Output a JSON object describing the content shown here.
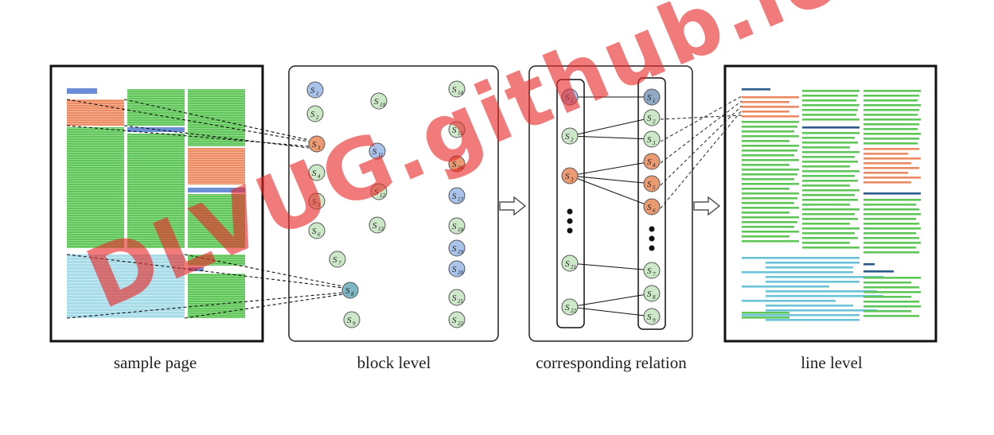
{
  "captions": {
    "sample_page": "sample page",
    "block_level": "block level",
    "corresponding_relation": "corresponding relation",
    "line_level": "line level"
  },
  "watermark": "DLVUG.github.io",
  "colors": {
    "text_block": "#5fc75a",
    "title_block": "#6b8fd6",
    "table_block": "#a8dce8",
    "figure_block": "#ec8b63",
    "title_line": "#2d5a8c",
    "table_line": "#6cc3d8",
    "node_green": "#cde8c9",
    "node_blue": "#a9c3ea",
    "node_orange": "#ec9a72",
    "node_teal": "#7fb6c4",
    "node_slate": "#8fa9c4",
    "watermark": "#e83030"
  },
  "block_level": {
    "nodes": [
      {
        "label": "S",
        "sub": "1",
        "color": "blue"
      },
      {
        "label": "S",
        "sub": "2",
        "color": "green"
      },
      {
        "label": "S",
        "sub": "3",
        "color": "orange"
      },
      {
        "label": "S",
        "sub": "4",
        "color": "green"
      },
      {
        "label": "S",
        "sub": "5",
        "color": "green"
      },
      {
        "label": "S",
        "sub": "6",
        "color": "green"
      },
      {
        "label": "S",
        "sub": "7",
        "color": "green"
      },
      {
        "label": "S",
        "sub": "8",
        "color": "teal"
      },
      {
        "label": "S",
        "sub": "9",
        "color": "green"
      },
      {
        "label": "S",
        "sub": "10",
        "color": "green"
      },
      {
        "label": "S",
        "sub": "11",
        "color": "blue"
      },
      {
        "label": "S",
        "sub": "12",
        "color": "green"
      },
      {
        "label": "S",
        "sub": "13",
        "color": "green"
      },
      {
        "label": "S",
        "sub": "14",
        "color": "green"
      },
      {
        "label": "S",
        "sub": "15",
        "color": "green"
      },
      {
        "label": "S",
        "sub": "16",
        "color": "orange"
      },
      {
        "label": "S",
        "sub": "17",
        "color": "blue"
      },
      {
        "label": "S",
        "sub": "18",
        "color": "green"
      },
      {
        "label": "S",
        "sub": "19",
        "color": "blue"
      },
      {
        "label": "S",
        "sub": "20",
        "color": "blue"
      },
      {
        "label": "S",
        "sub": "21",
        "color": "green"
      },
      {
        "label": "S",
        "sub": "22",
        "color": "green"
      }
    ]
  },
  "relation": {
    "left_nodes": [
      {
        "label": "S",
        "sub": "1",
        "color": "blue"
      },
      {
        "label": "S",
        "sub": "2",
        "color": "green"
      },
      {
        "label": "S",
        "sub": "3",
        "color": "orange"
      },
      {
        "label": "S",
        "sub": "21",
        "color": "green"
      },
      {
        "label": "S",
        "sub": "22",
        "color": "green"
      }
    ],
    "right_nodes": [
      {
        "label": "S",
        "sub": "1",
        "color": "slate"
      },
      {
        "label": "S",
        "sub": "2",
        "color": "green"
      },
      {
        "label": "S",
        "sub": "3",
        "color": "green"
      },
      {
        "label": "S",
        "sub": "4",
        "color": "orange"
      },
      {
        "label": "S",
        "sub": "5",
        "color": "orange"
      },
      {
        "label": "S",
        "sub": "6",
        "color": "orange"
      },
      {
        "label": "S",
        "sub": "7",
        "color": "green"
      },
      {
        "label": "S",
        "sub": "8",
        "color": "green"
      },
      {
        "label": "S",
        "sub": "9",
        "color": "green"
      }
    ],
    "edges": [
      [
        0,
        0
      ],
      [
        1,
        1
      ],
      [
        1,
        2
      ],
      [
        2,
        3
      ],
      [
        2,
        4
      ],
      [
        2,
        5
      ],
      [
        3,
        6
      ],
      [
        4,
        7
      ],
      [
        4,
        8
      ]
    ]
  }
}
